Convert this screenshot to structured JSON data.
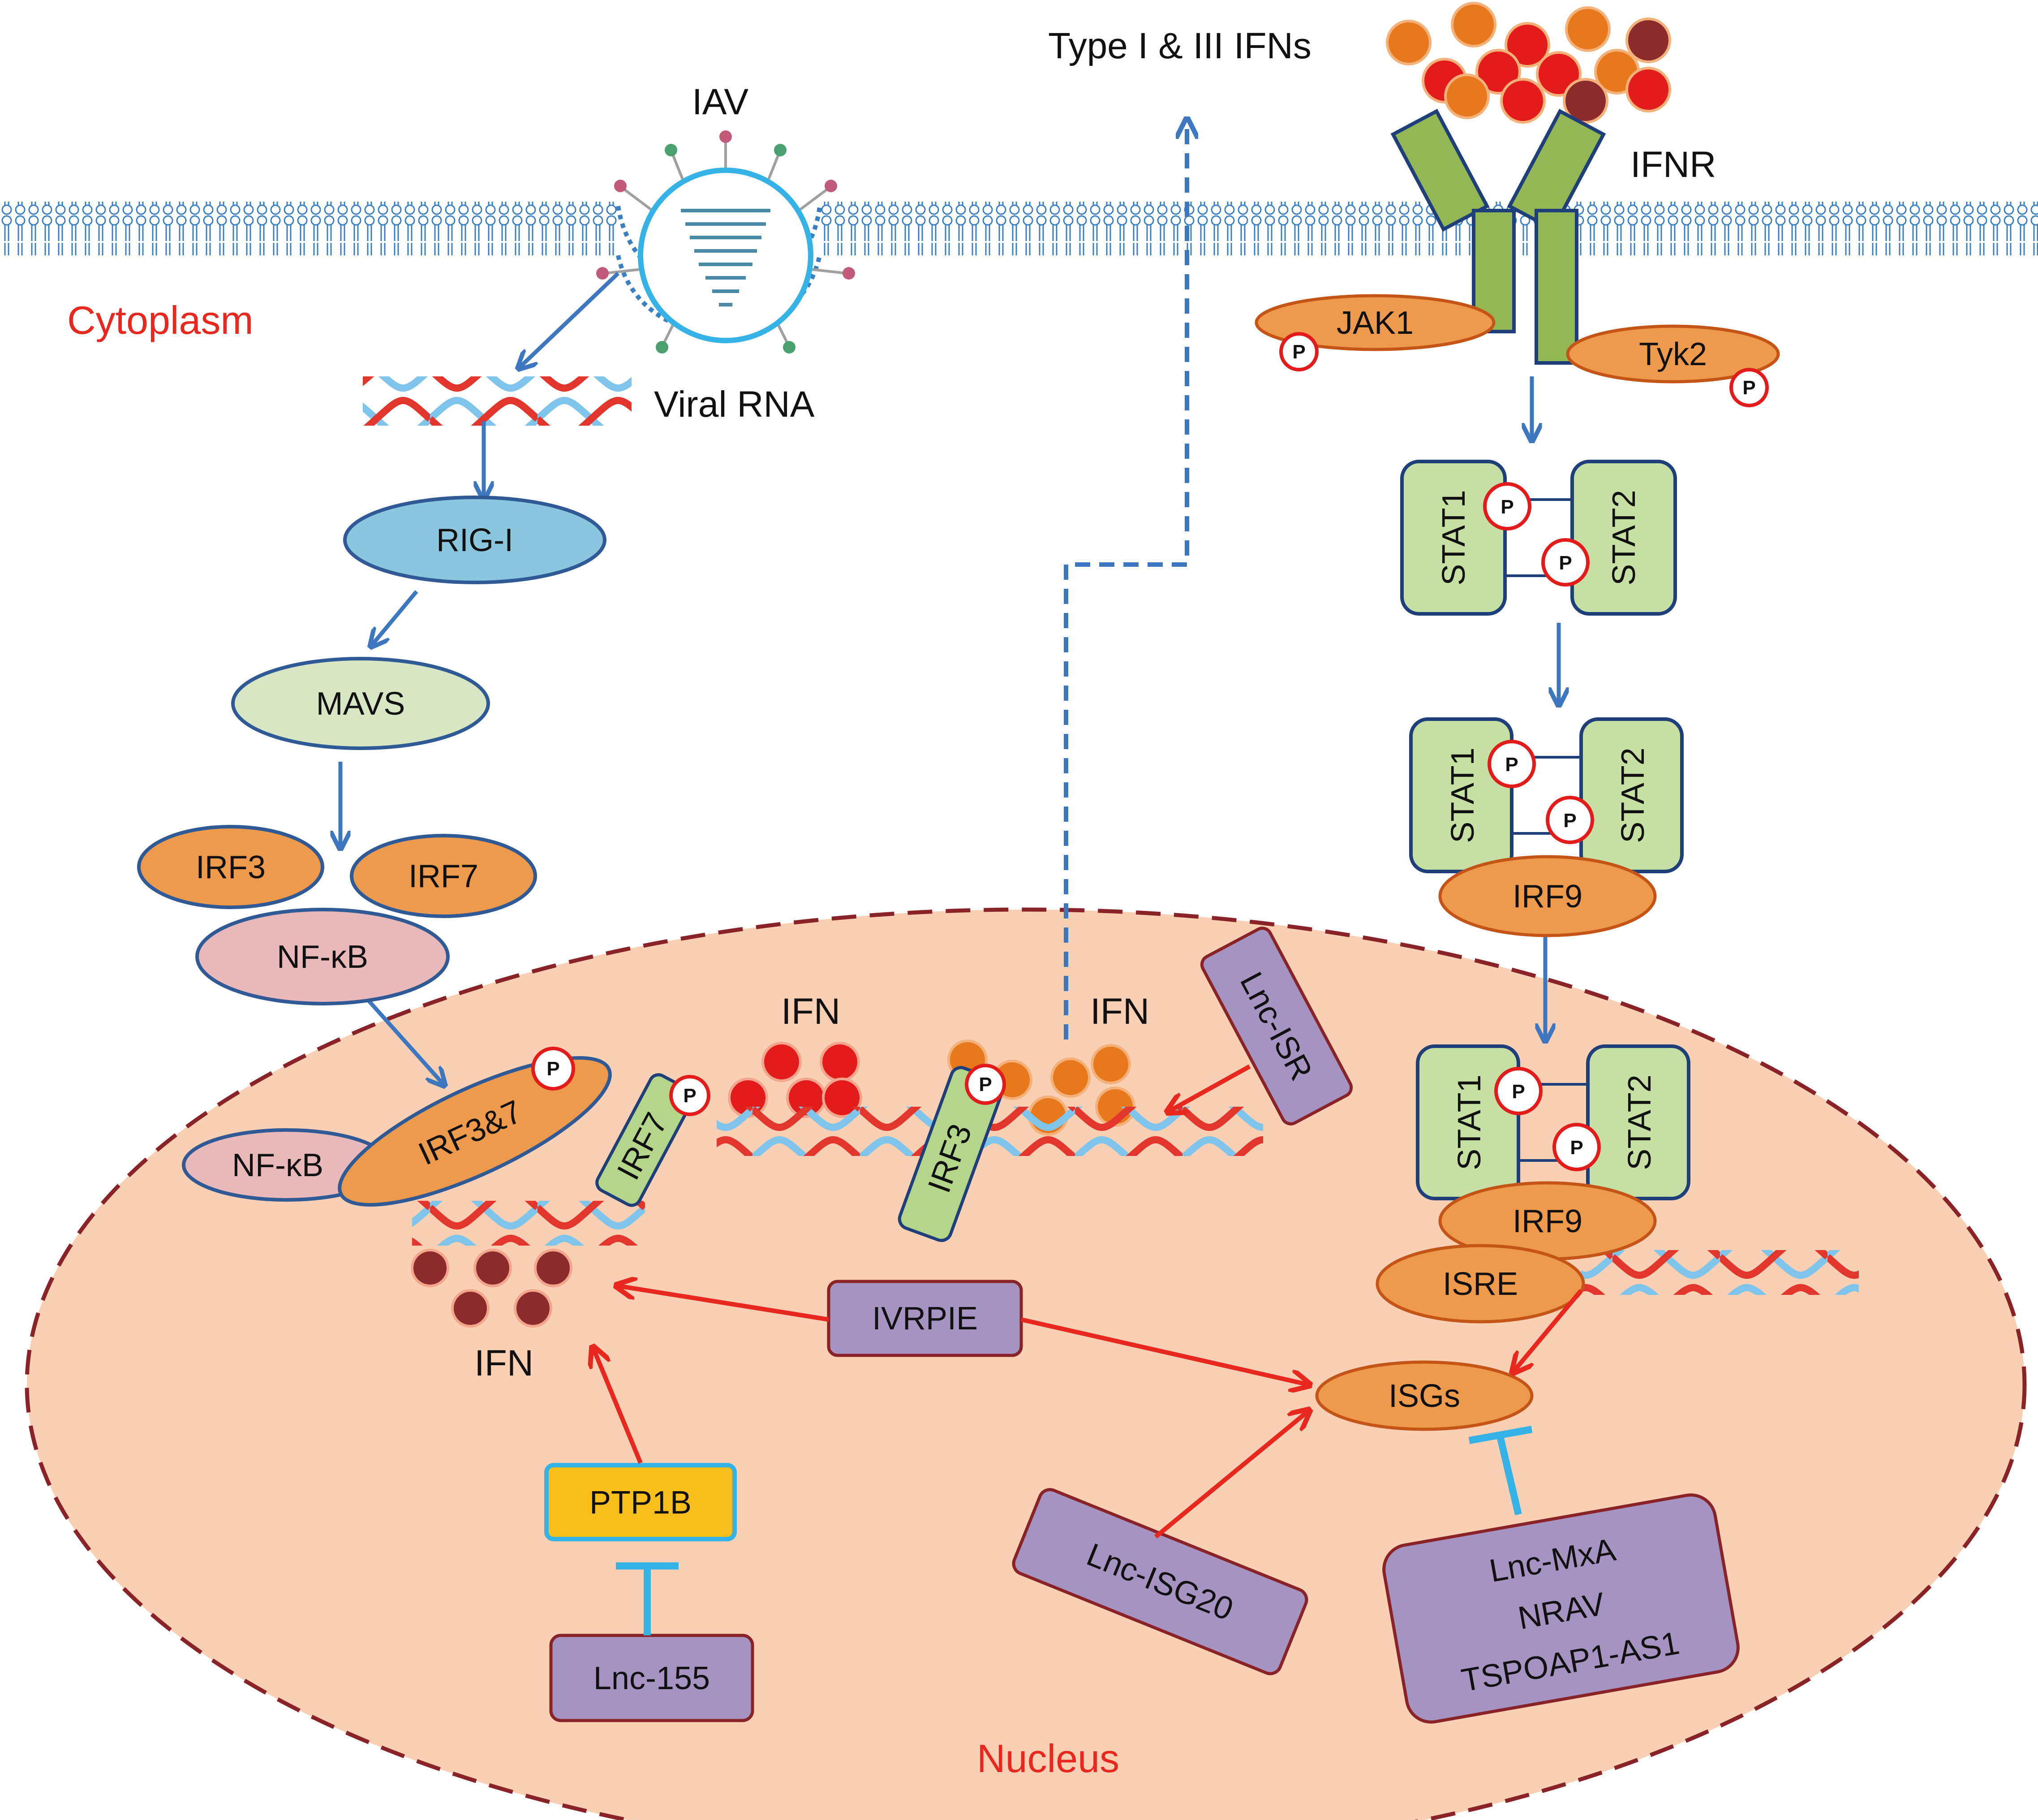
{
  "labels": {
    "type_ifns": "Type  I & III IFNs",
    "iav": "IAV",
    "ifnr": "IFNR",
    "cytoplasm": "Cytoplasm",
    "nucleus": "Nucleus",
    "viral_rna": "Viral RNA",
    "ifn": "IFN",
    "phospho": "P"
  },
  "proteins": {
    "rig_i": "RIG-I",
    "mavs": "MAVS",
    "irf3": "IRF3",
    "irf7": "IRF7",
    "nfkb": "NF-κB",
    "irf3_7": "IRF3&7",
    "jak1": "JAK1",
    "tyk2": "Tyk2",
    "stat1": "STAT1",
    "stat2": "STAT2",
    "irf9": "IRF9",
    "isre": "ISRE",
    "isgs": "ISGs",
    "ptp1b": "PTP1B"
  },
  "lncrnas": {
    "lnc_isr": "Lnc-ISR",
    "ivrpie": "IVRPIE",
    "lnc_isg20": "Lnc-ISG20",
    "lnc_155": "Lnc-155",
    "group": [
      "Lnc-MxA",
      "NRAV",
      "TSPOAP1-AS1"
    ]
  },
  "colors": {
    "activation_arrow": "#3d77c0",
    "lnc_activation": "#e8281e",
    "inhibition": "#36b3e6",
    "nucleus_fill": "#f9d0b4",
    "nucleus_border": "#8a2328",
    "lncrna_fill": "#a593c2",
    "stat_fill": "#c6e0a4",
    "irf_orange": "#ee9a4c",
    "ptp1b_fill": "#f8bf1b"
  }
}
